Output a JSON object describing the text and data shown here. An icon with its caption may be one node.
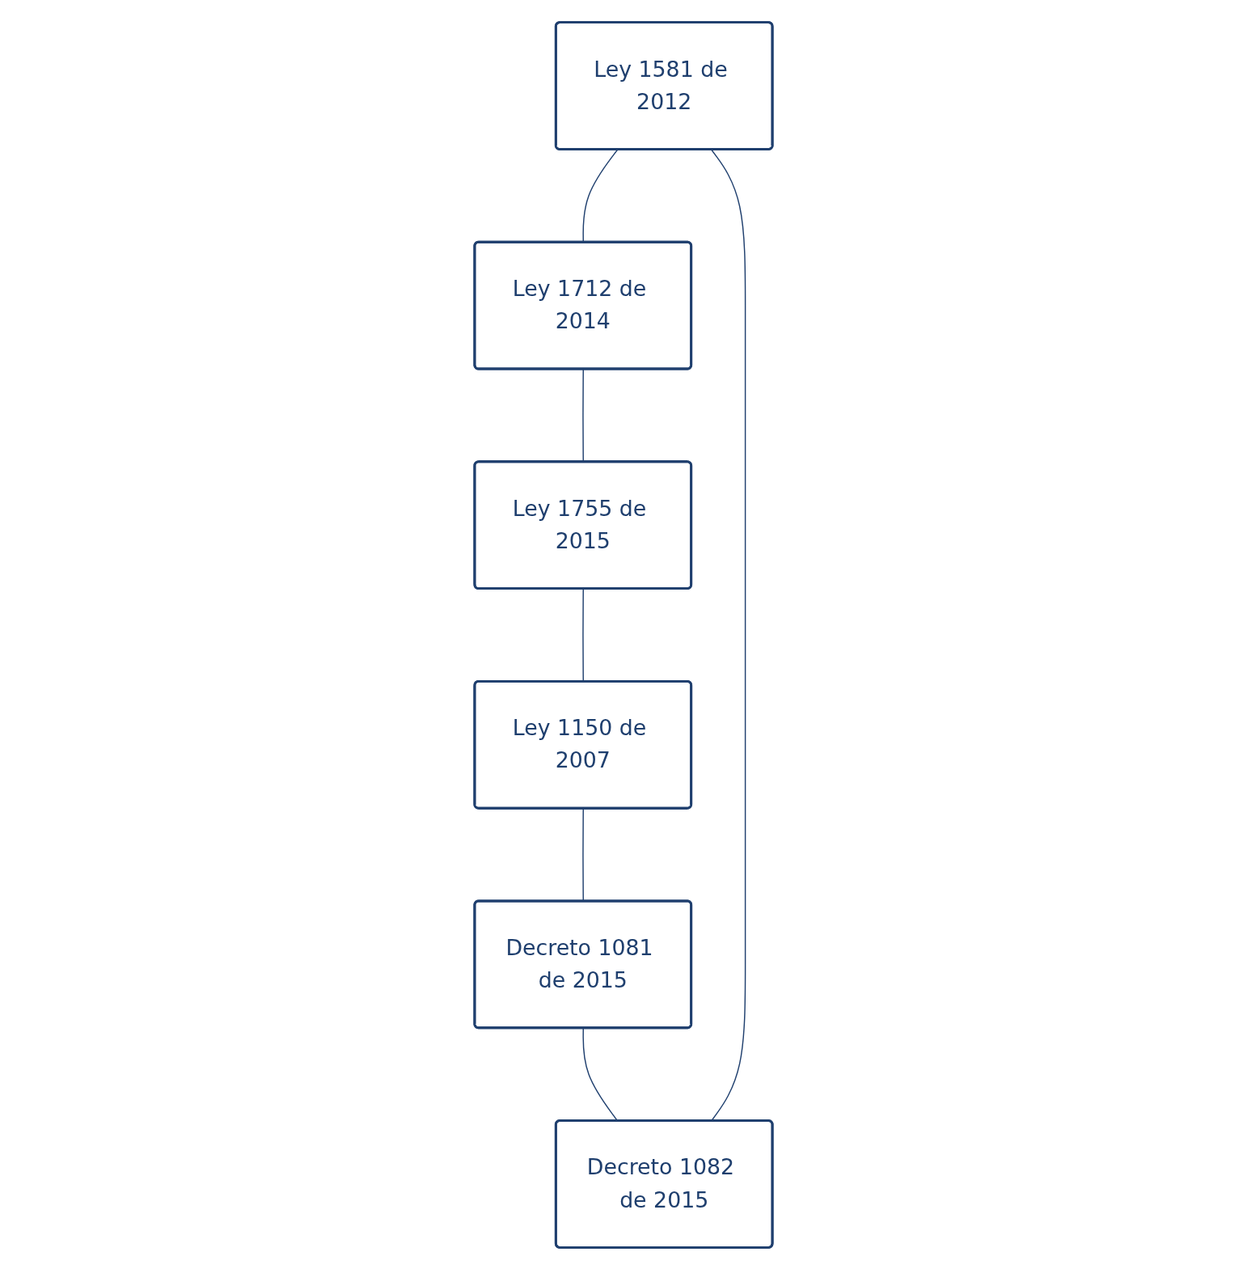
{
  "diagram": {
    "nodes": [
      {
        "text": [
          "Ley 1581 de 2012"
        ]
      },
      {
        "text": [
          "Decreto 1082 de 2015"
        ]
      },
      {
        "text": [
          "Ley 1712 de 2014"
        ]
      },
      {
        "text": [
          "Decreto 1081 de 2015"
        ]
      },
      {
        "text": [
          "Ley 1755 de 2015"
        ]
      },
      {
        "text": [
          "Ley 1150 de 2007"
        ]
      }
    ],
    "edges": [
      {
        "from": 0,
        "to": 2,
        "arrow": "none"
      },
      {
        "from": 2,
        "to": 4,
        "arrow": "none"
      },
      {
        "from": 4,
        "to": 5,
        "arrow": "none"
      },
      {
        "from": 5,
        "to": 3,
        "arrow": "none"
      },
      {
        "from": 3,
        "to": 1,
        "arrow": "none"
      },
      {
        "from": 1,
        "to": 0,
        "arrow": "none"
      }
    ]
  }
}
